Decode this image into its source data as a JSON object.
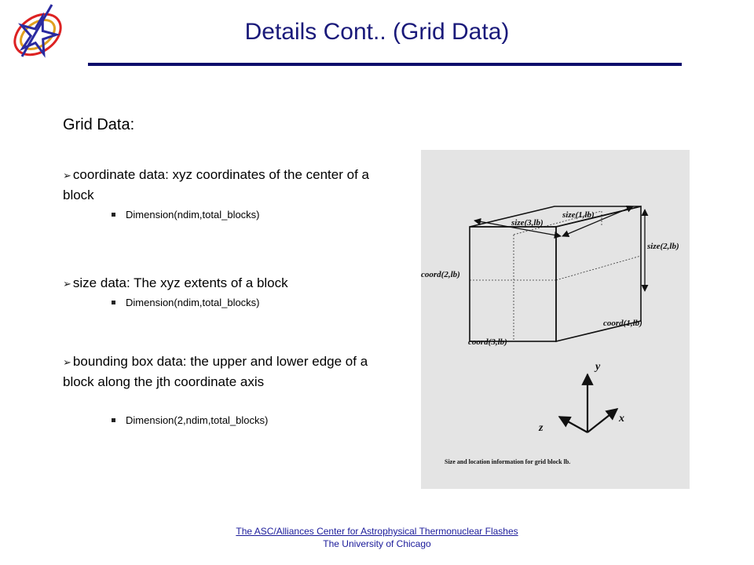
{
  "slide": {
    "title": "Details Cont.. (Grid Data)"
  },
  "content": {
    "heading": "Grid Data:",
    "bullets": [
      {
        "text": "coordinate data: xyz coordinates of the center of a block",
        "sub": "Dimension(ndim,total_blocks)"
      },
      {
        "text": "size data: The xyz extents of a block",
        "sub": "Dimension(ndim,total_blocks)"
      },
      {
        "text": "bounding box data: the upper and lower edge of a block along the jth coordinate axis",
        "sub": "Dimension(2,ndim,total_blocks)"
      }
    ]
  },
  "figure": {
    "labels": {
      "size1": "size(1,lb)",
      "size2": "size(2,lb)",
      "size3": "size(3,lb)",
      "coord1": "coord(1,lb)",
      "coord2": "coord(2,lb)",
      "coord3": "coord(3,lb)"
    },
    "axes": {
      "x": "x",
      "y": "y",
      "z": "z"
    },
    "caption": "Size and location information for grid block lb."
  },
  "footer": {
    "link": "The ASC/Alliances Center for Astrophysical Thermonuclear Flashes",
    "org": "The University of Chicago"
  },
  "colors": {
    "title": "#1a1a7a",
    "rule": "#0b0b6b",
    "footer": "#1a1a9a",
    "figure_bg": "#e4e4e4"
  }
}
